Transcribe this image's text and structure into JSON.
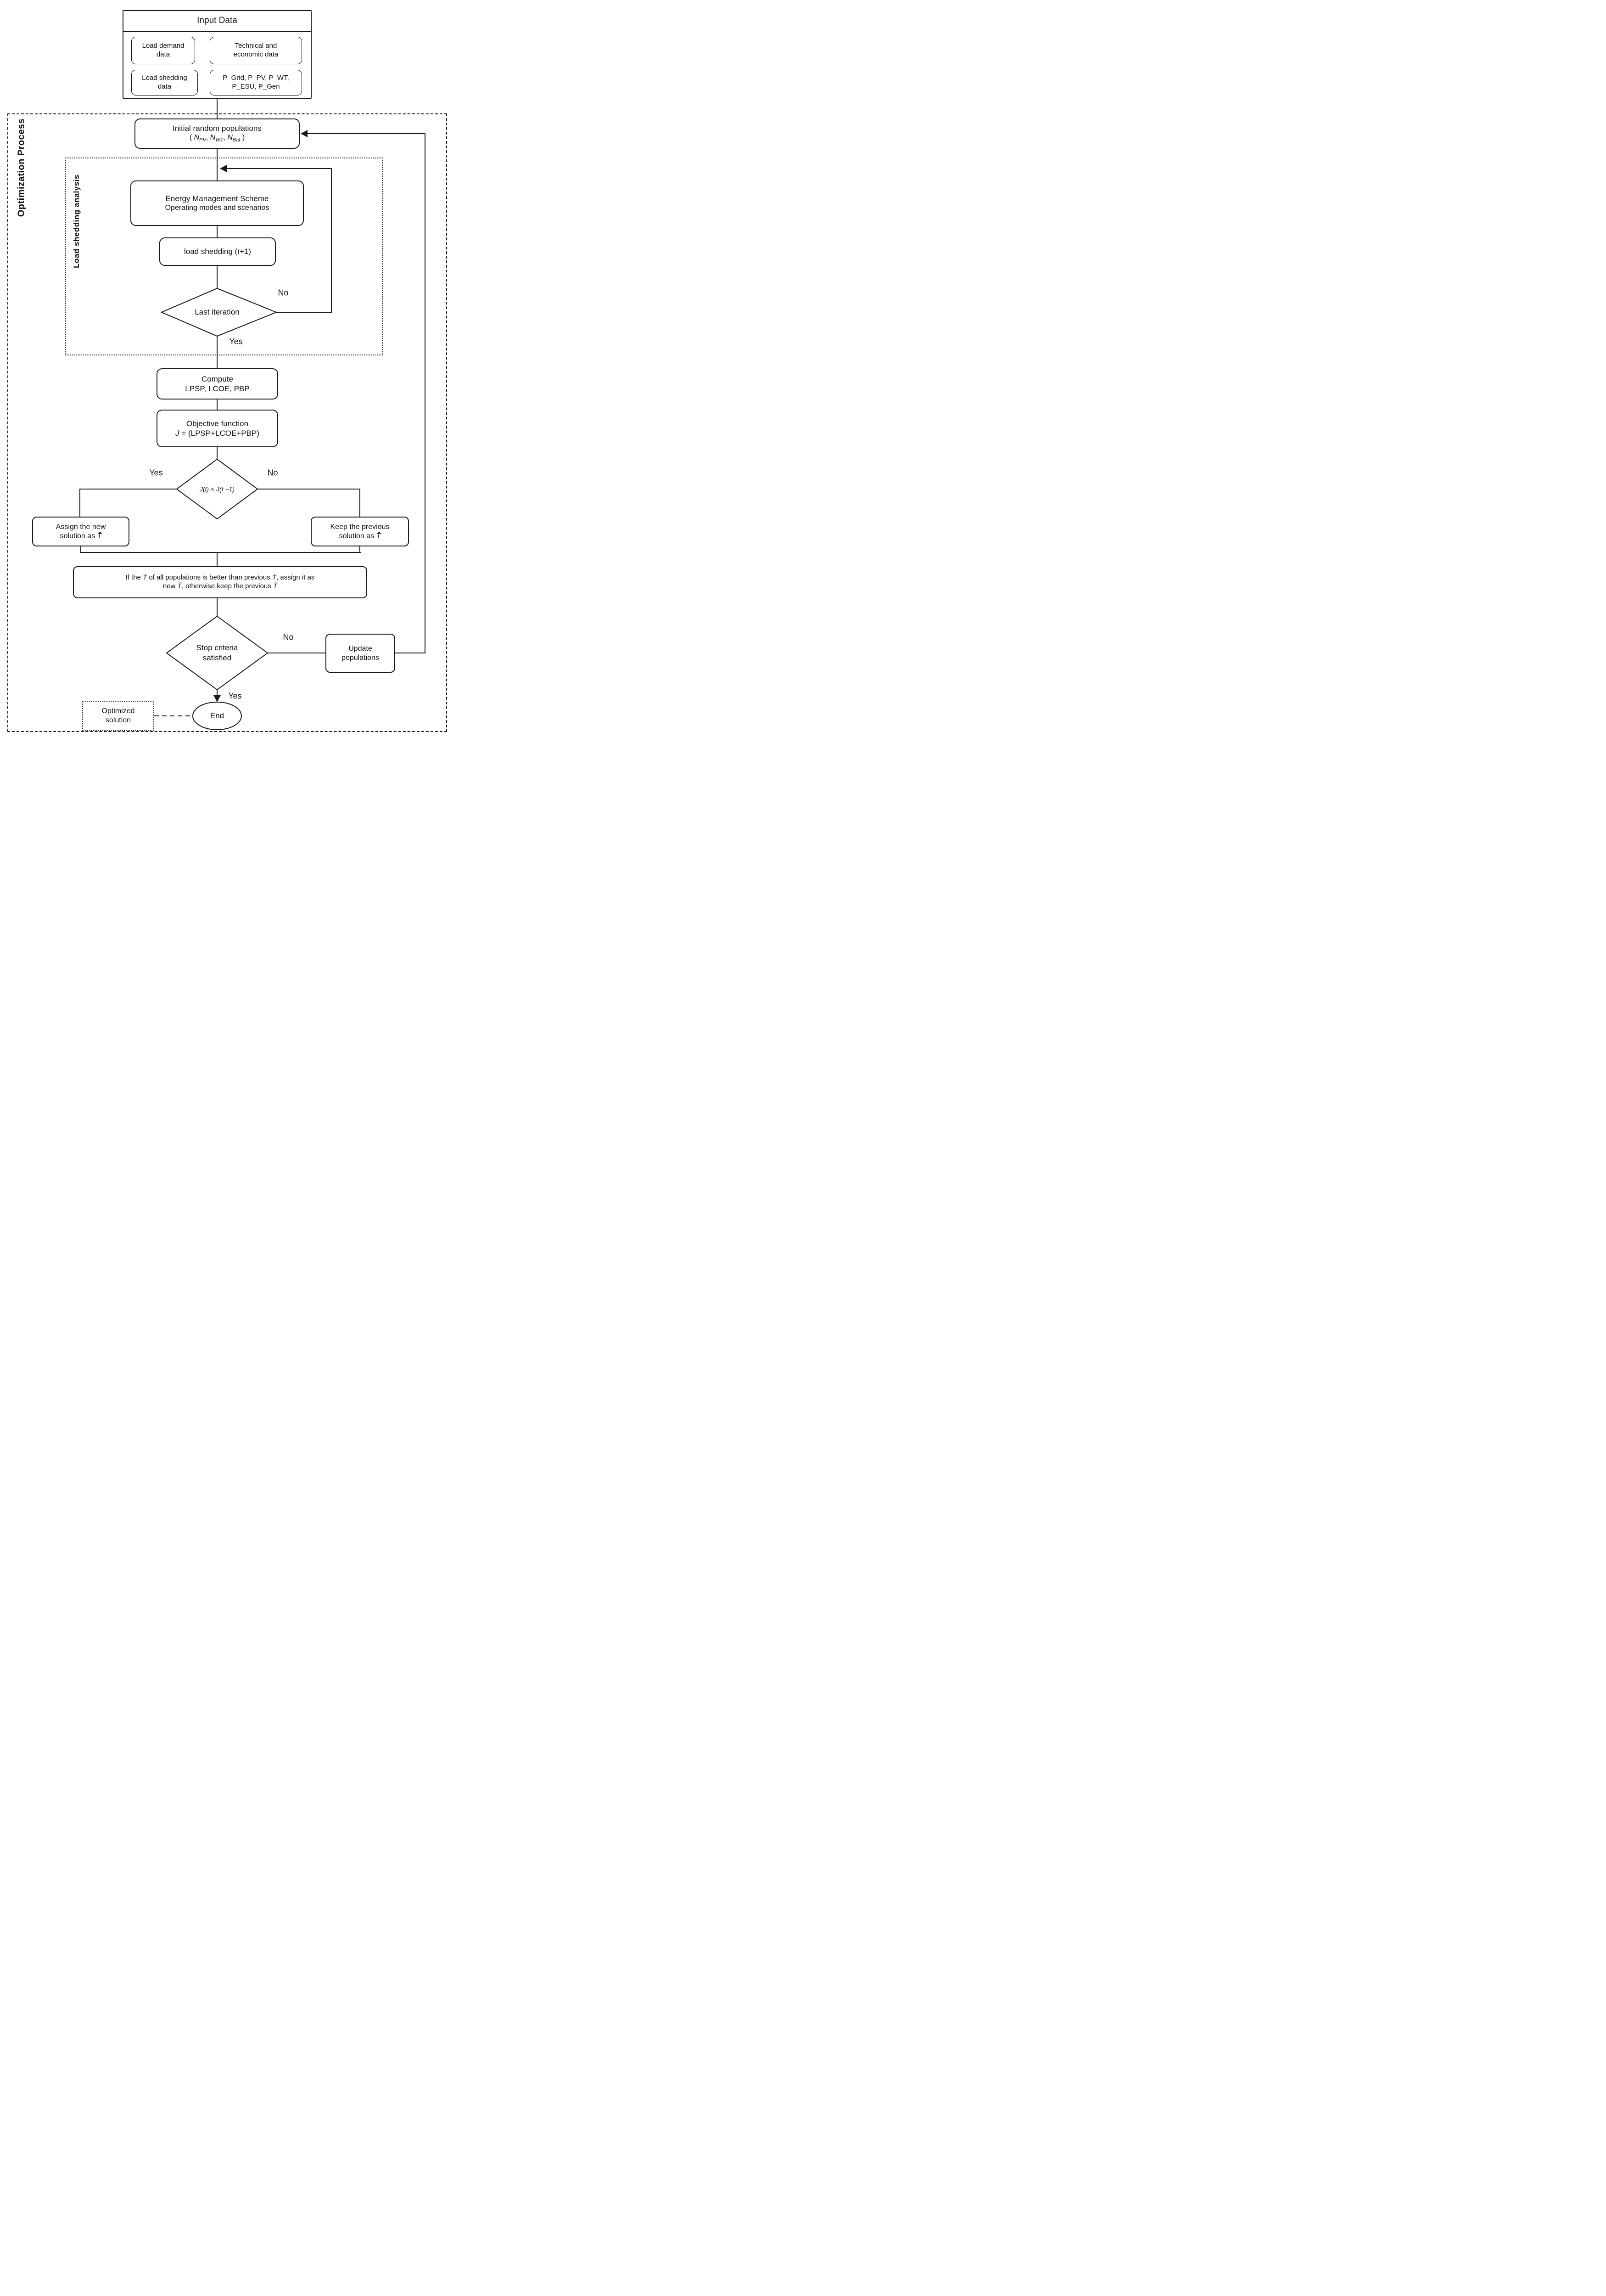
{
  "regions": {
    "optimization_process": "Optimization Process",
    "load_shedding_analysis": "Load shedding analysis"
  },
  "input": {
    "title": "Input Data",
    "load_demand_l1": "Load demand",
    "load_demand_l2": "data",
    "tech_econ_l1": "Technical and",
    "tech_econ_l2": "economic data",
    "load_shedding_l1": "Load shedding",
    "load_shedding_l2": "data",
    "power_l1": "P_Grid, P_PV, P_WT,",
    "power_l2": "P_ESU, P_Gen"
  },
  "init_box": {
    "line1": "Initial random populations",
    "p_open": "( ",
    "n1": "N",
    "s1": "PV",
    "c1": ", ",
    "n2": "N",
    "s2": "WT",
    "c2": ", ",
    "n3": "N",
    "s3": "Bat",
    "p_close": " )"
  },
  "ems_box": {
    "line1": "Energy Management Scheme",
    "line2": "Operating modes and scenarios"
  },
  "ls_box": {
    "pre": "load shedding (",
    "t": "t",
    "post": " +1)"
  },
  "last_diamond": {
    "label": "Last iteration"
  },
  "compute_box": {
    "line1": "Compute",
    "line2": "LPSP, LCOE, PBP"
  },
  "objective_box": {
    "line1": "Objective function",
    "j": "J",
    "rest": " = (LPSP+LCOE+PBP)"
  },
  "j_diamond": {
    "label": "J(t) < J(t −1)"
  },
  "assign_box": {
    "line1": "Assign the new",
    "line2_pre": "solution as ",
    "tbar": "T̄"
  },
  "keep_box": {
    "line1": "Keep the previous",
    "line2_pre": "solution as ",
    "tbar": "T̄"
  },
  "tbar_box": {
    "l1": [
      "If the ",
      "T̄",
      " of all populations is better than previous ",
      "T̄",
      ", assign it as"
    ],
    "l2": [
      "new ",
      "T̄",
      ", otherwise keep the previous ",
      "T̄"
    ]
  },
  "stop_diamond": {
    "line1": "Stop criteria",
    "line2": "satisfied"
  },
  "update_box": {
    "line1": "Update",
    "line2": "populations"
  },
  "end_node": {
    "label": "End"
  },
  "optimized_box": {
    "line1": "Optimized",
    "line2": "solution"
  },
  "edge_labels": {
    "last_no": "No",
    "last_yes": "Yes",
    "j_yes": "Yes",
    "j_no": "No",
    "stop_no": "No",
    "stop_yes": "Yes"
  },
  "colors": {
    "stroke": "#1a1a1a",
    "background": "#ffffff"
  }
}
